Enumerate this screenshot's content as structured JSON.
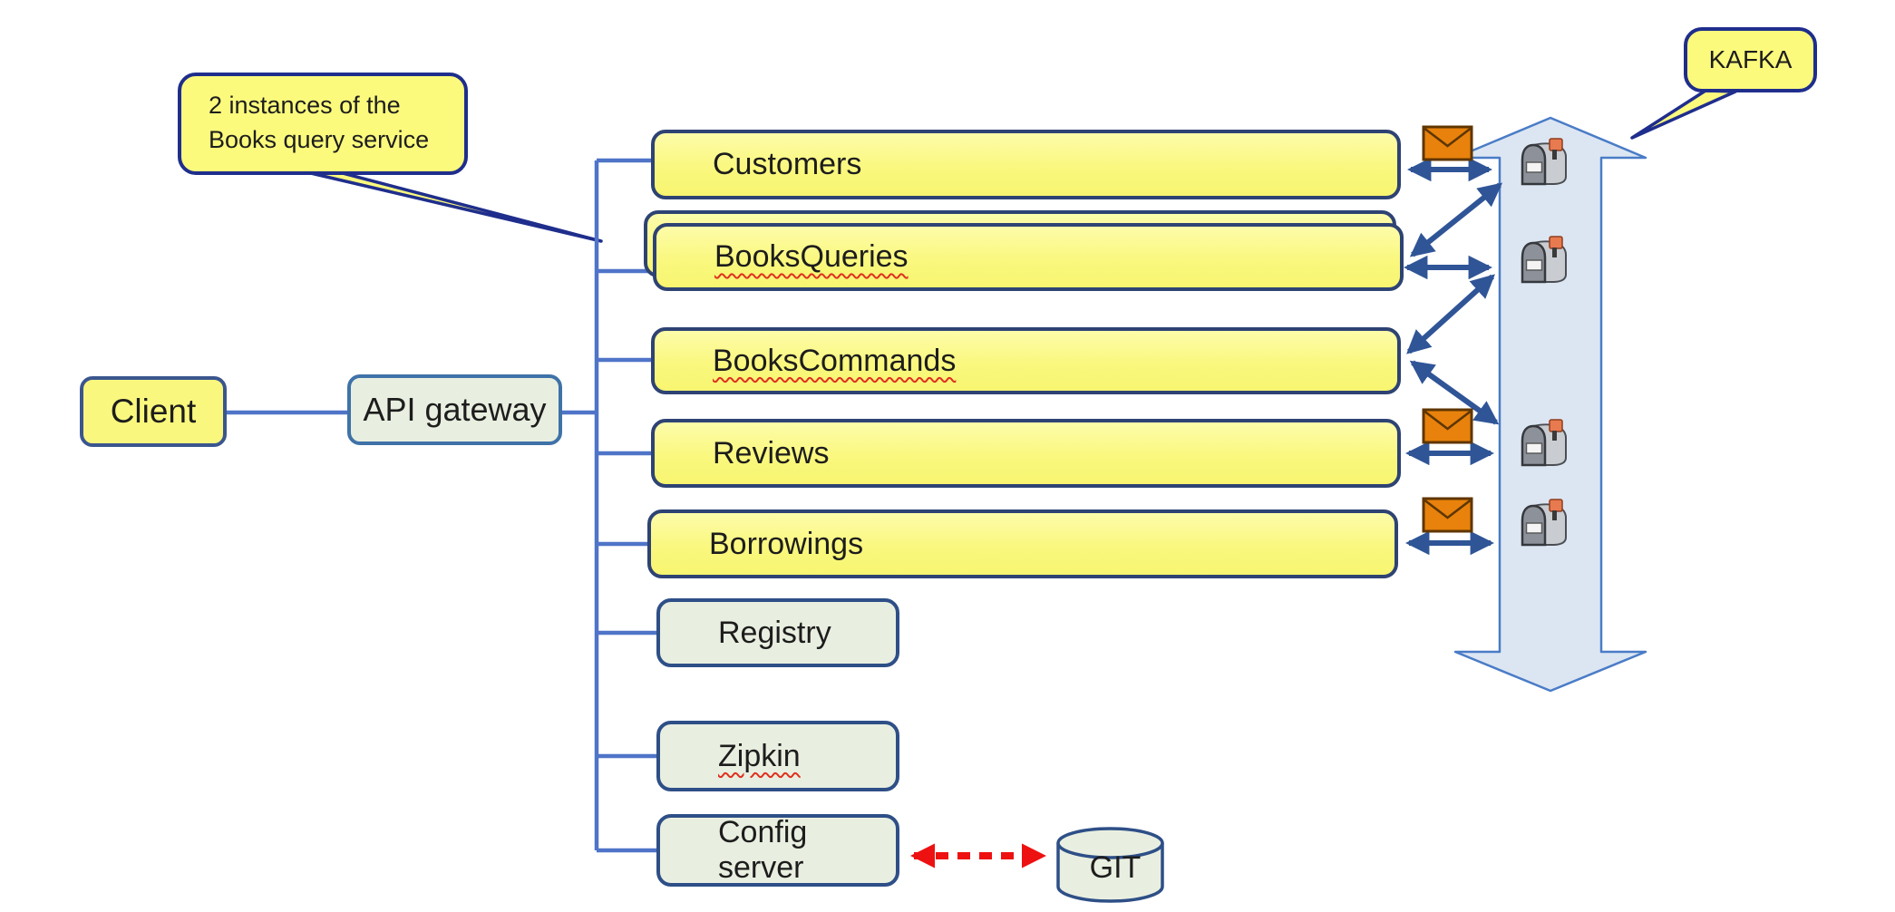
{
  "client": {
    "label": "Client"
  },
  "api_gateway": {
    "label": "API gateway"
  },
  "services": [
    {
      "label": "Customers",
      "has_envelope": true,
      "has_mailbox": true,
      "instances": 1
    },
    {
      "label": "BooksQueries",
      "has_envelope": false,
      "has_mailbox": true,
      "instances": 2,
      "spellcheck_underline": true
    },
    {
      "label": "BooksCommands",
      "has_envelope": false,
      "has_mailbox": false,
      "instances": 1,
      "spellcheck_underline": true
    },
    {
      "label": "Reviews",
      "has_envelope": true,
      "has_mailbox": true,
      "instances": 1
    },
    {
      "label": "Borrowings",
      "has_envelope": true,
      "has_mailbox": true,
      "instances": 1
    }
  ],
  "infrastructure": [
    {
      "label": "Registry"
    },
    {
      "label": "Zipkin",
      "spellcheck_underline": true
    },
    {
      "label": "Config server"
    }
  ],
  "git": {
    "label": "GIT"
  },
  "callouts": {
    "instances_note": {
      "text": "2 instances of the Books query service"
    },
    "kafka": {
      "text": "KAFKA"
    }
  },
  "icons": {
    "envelope": "envelope-icon",
    "mailbox": "mailbox-icon",
    "kafka_bus": "double-vertical-arrow-icon",
    "git_store": "database-cylinder-icon"
  },
  "colors": {
    "service_fill": "#faf87e",
    "service_border": "#2e4373",
    "infra_fill": "#e9efe0",
    "infra_border": "#2e4f87",
    "connector_blue": "#4f74c8",
    "arrow_blue": "#2f5597",
    "kafka_arrow_fill": "#dce6f2",
    "kafka_arrow_border": "#4a7cc7",
    "envelope_orange": "#e8820c",
    "config_git_dashed": "#ee1111",
    "callout_border": "#1f2e8c"
  }
}
